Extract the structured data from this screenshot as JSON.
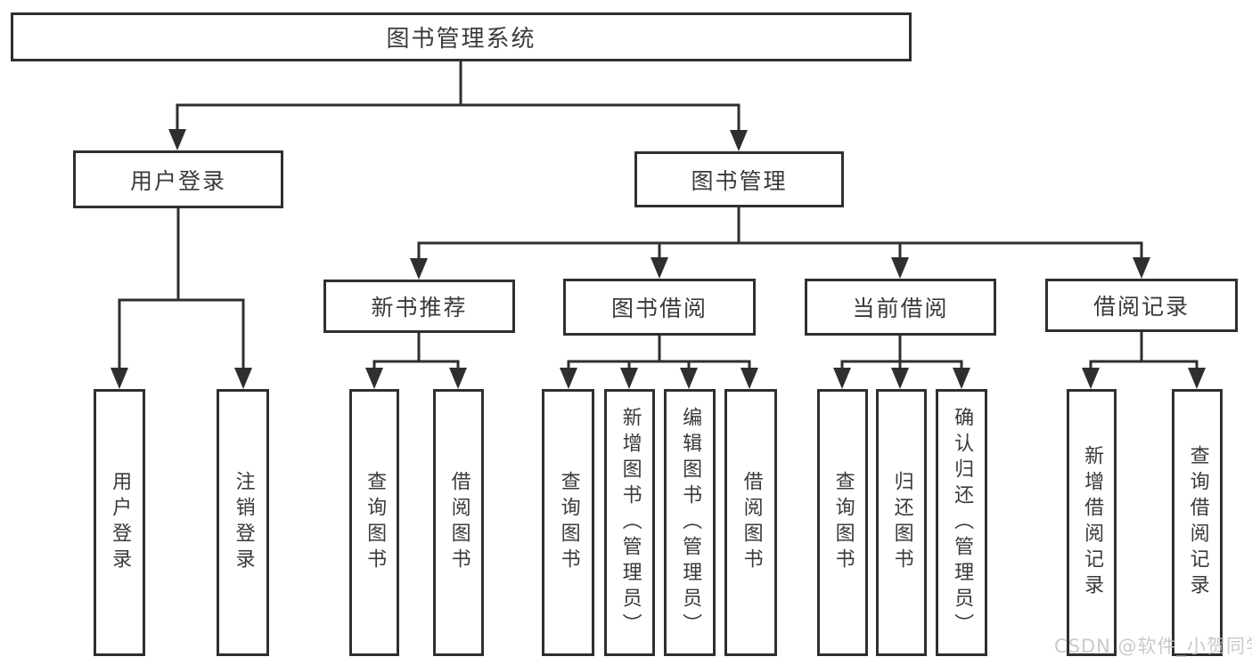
{
  "diagram": {
    "type": "tree",
    "root": {
      "label": "图书管理系统"
    },
    "level2": {
      "user_login": {
        "label": "用户登录"
      },
      "book_management": {
        "label": "图书管理"
      }
    },
    "level3": {
      "new_book_recommend": {
        "label": "新书推荐",
        "parent": "图书管理"
      },
      "book_borrow": {
        "label": "图书借阅",
        "parent": "图书管理"
      },
      "current_borrow": {
        "label": "当前借阅",
        "parent": "图书管理"
      },
      "borrow_records": {
        "label": "借阅记录",
        "parent": "图书管理"
      }
    },
    "leaves": [
      {
        "label": "用户登录",
        "parent": "用户登录"
      },
      {
        "label": "注销登录",
        "parent": "用户登录"
      },
      {
        "label": "查询图书",
        "parent": "新书推荐"
      },
      {
        "label": "借阅图书",
        "parent": "新书推荐"
      },
      {
        "label": "查询图书",
        "parent": "图书借阅"
      },
      {
        "label": "新增图书（管理员）",
        "parent": "图书借阅"
      },
      {
        "label": "编辑图书（管理员）",
        "parent": "图书借阅"
      },
      {
        "label": "借阅图书",
        "parent": "图书借阅"
      },
      {
        "label": "查询图书",
        "parent": "当前借阅"
      },
      {
        "label": "归还图书",
        "parent": "当前借阅"
      },
      {
        "label": "确认归还（管理员）",
        "parent": "当前借阅"
      },
      {
        "label": "新增借阅记录",
        "parent": "借阅记录"
      },
      {
        "label": "查询借阅记录",
        "parent": "借阅记录"
      }
    ]
  },
  "watermark": {
    "text": "CSDN @软件_小贺同学"
  },
  "colors": {
    "line": "#2f2f2f",
    "text": "#3a3a3a",
    "box_background": "#ffffff",
    "page_background": "#ffffff",
    "watermark": "#c3c6ca"
  }
}
